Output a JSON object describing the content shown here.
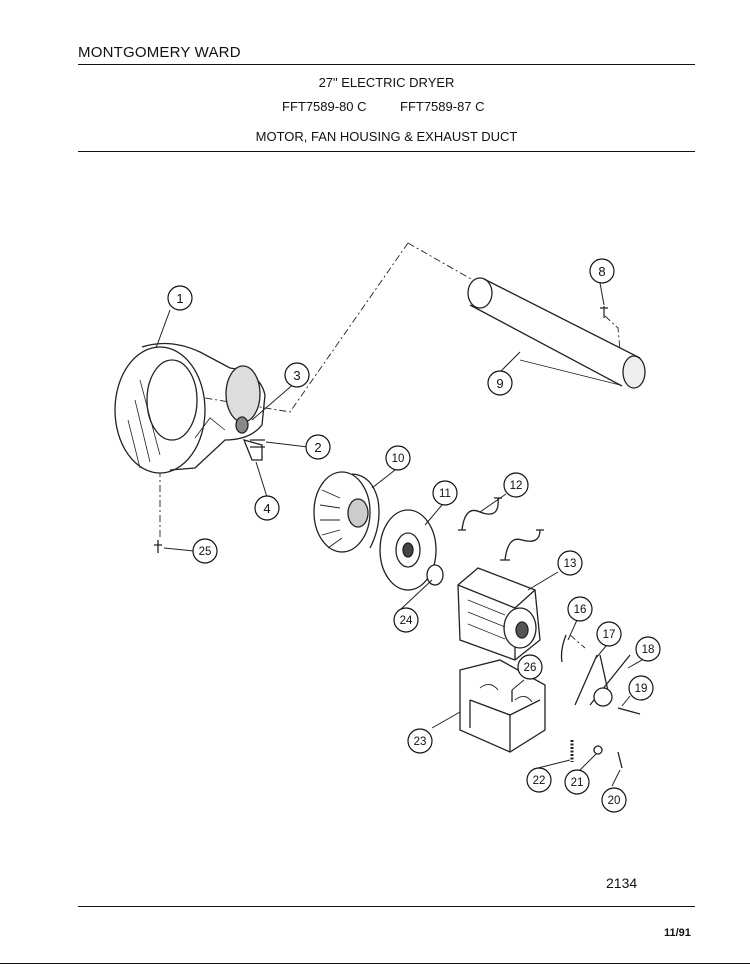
{
  "header": {
    "brand": "MONTGOMERY WARD",
    "product": "27\" ELECTRIC DRYER",
    "model_1": "FFT7589-80 C",
    "model_2": "FFT7589-87 C",
    "section": "MOTOR, FAN HOUSING & EXHAUST DUCT"
  },
  "callouts": {
    "c1": "1",
    "c2": "2",
    "c3": "3",
    "c4": "4",
    "c8": "8",
    "c9": "9",
    "c10": "10",
    "c11": "11",
    "c12": "12",
    "c13": "13",
    "c16": "16",
    "c17": "17",
    "c18": "18",
    "c19": "19",
    "c20": "20",
    "c21": "21",
    "c22": "22",
    "c23": "23",
    "c24": "24",
    "c25": "25",
    "c26": "26"
  },
  "footer": {
    "diagram_code": "2134",
    "date": "11/91"
  }
}
